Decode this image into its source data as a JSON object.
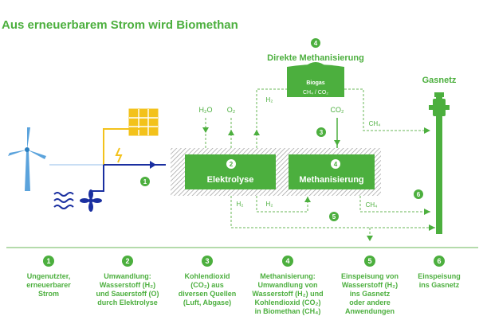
{
  "title": "Aus erneuerbarem Strom wird Biomethan",
  "direct": {
    "num": "4",
    "label": "Direkte Methanisierung"
  },
  "biogas": {
    "label": "Biogas",
    "formula": "CH₄ / CO₂"
  },
  "gasnetz": "Gasnetz",
  "electrolysis": {
    "num": "2",
    "label": "Elektrolyse"
  },
  "methanation": {
    "num": "4",
    "label": "Methanisierung"
  },
  "labels": {
    "h2o": "H₂O",
    "o2": "O₂",
    "co2": "CO₂",
    "h2": "H₂",
    "ch4": "CH₄"
  },
  "markers": {
    "m1": "1",
    "m3": "3",
    "m5": "5",
    "m6": "6"
  },
  "colors": {
    "green": "#4caf3e",
    "yellow": "#f3c21b",
    "blue": "#1a2fa0",
    "lightblue": "#5ba3dc",
    "teal": "#2a9fd6"
  },
  "legend": [
    {
      "num": "1",
      "lines": [
        "Ungenutzter,",
        "erneuerbarer",
        "Strom"
      ]
    },
    {
      "num": "2",
      "lines": [
        "Umwandlung:",
        "Wasserstoff (H₂)",
        "und Sauerstoff (O)",
        "durch Elektrolyse"
      ]
    },
    {
      "num": "3",
      "lines": [
        "Kohlendioxid",
        "(CO₂) aus",
        "diversen Quellen",
        "(Luft, Abgase)"
      ]
    },
    {
      "num": "4",
      "lines": [
        "Methanisierung:",
        "Umwandlung von",
        "Wasserstoff (H₂) und",
        "Kohlendioxid (CO₂)",
        "in Biomethan (CH₄)"
      ]
    },
    {
      "num": "5",
      "lines": [
        "Einspeisung von",
        "Wasserstoff (H₂)",
        "ins Gasnetz",
        "oder andere",
        "Anwendungen"
      ]
    },
    {
      "num": "6",
      "lines": [
        "Einspeisung",
        "ins Gasnetz"
      ]
    }
  ]
}
